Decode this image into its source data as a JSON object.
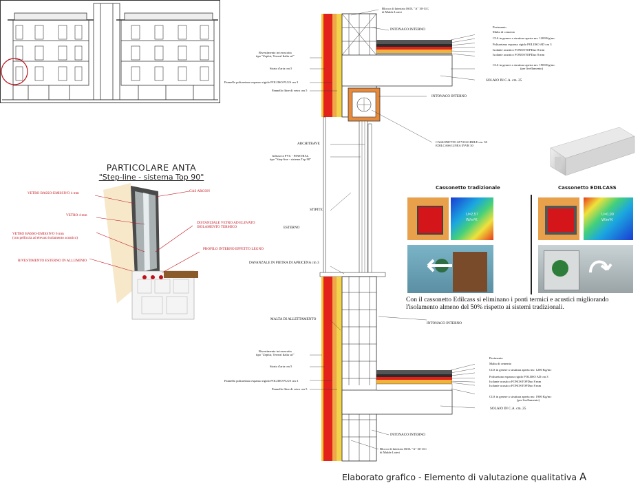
{
  "facade": {
    "label": "building-elevation"
  },
  "top_section": {
    "block_label": [
      "Blocco di laterizio ISOL \"A\" 30-11C",
      "di Mulde Lateri"
    ],
    "intonaco_interno": "INTONACO INTERNO",
    "pavimento": "Pavimento",
    "malta": "Malta di cemento",
    "cls1": "CLS in genere a struttura aperta mv. 1200 Kg/mc",
    "poliuretano": "Poliuretano espanso rigido POLIISO AD cm 3",
    "isolante1": "Isolante acustico FONOSTOPDuo 8 mm",
    "isolante2": "Isolante acustico FONOSTOPDuo 8 mm",
    "cls2": [
      "CLS in genere a struttura aperta mv. 1900 Kg/mc",
      "(per livellamento)"
    ],
    "solaio": "SOLAIO IN C.A. cm. 25",
    "rivestimento": [
      "Rivestimento in terracotta",
      "tipo \"Zephir, Terreal Italia srl\""
    ],
    "strato_aria": "Strato d'aria cm 5",
    "pannello_pol": "Pannello poliuretano espanso rigido POLIISO PLUS cm 3",
    "pannello_fibre": "Pannello fibre di vetro cm 5",
    "intonaco_interno2": "INTONACO INTERNO"
  },
  "window_section": {
    "architrave": "ARCHITRAVE",
    "infisso": [
      "Infisso in PVC - FINSTRAL",
      "tipo \"Step-line - sistema Top 90\""
    ],
    "cassonetto": [
      "CASSONETTO AVVOLGIBILE cm. 30",
      "EDILCASS LINEA INVR 30"
    ],
    "stipite": "STIPITE",
    "esterno": "ESTERNO",
    "davanzale": "DAVANZALE IN PIETRA DI APRICENA cm 3"
  },
  "bottom_section": {
    "malta_allettamento": "MALTA DI ALLETTAMENTO",
    "intonaco_interno": "INTONACO INTERNO",
    "rivestimento": [
      "Rivestimento in terracotta",
      "tipo \"Zephir, Terreal Italia srl\""
    ],
    "strato_aria": "Strato d'aria cm 5",
    "pannello_pol": "Pannello poliuretano espanso rigido POLIISO PLUS cm 3",
    "pannello_fibre": "Pannello fibre di vetro cm 5",
    "pavimento": "Pavimento",
    "malta": "Malta di cemento",
    "cls1": "CLS in genere a struttura aperta mv. 1200 Kg/mc",
    "poliuretano": "Poliuretano espanso rigido POLIISO AD cm 3",
    "isolante1": "Isolante acustico FONOSTOPDuo 8 mm",
    "isolante2": "Isolante acustico FONOSTOPDuo 8 mm",
    "cls2": [
      "CLS in genere a struttura aperta mv. 1900 Kg/mc",
      "(per livellamento)"
    ],
    "solaio": "SOLAIO IN C.A. cm. 25",
    "intonaco_interno2": "INTONACO INTERNO",
    "block_label": [
      "Blocco di laterizio ISOL \"A\" 30-11C",
      "di Mulde Lateri"
    ]
  },
  "anta": {
    "title": "PARTICOLARE ANTA",
    "subtitle": "\"Step-line - sistema Top 90\"",
    "labels": {
      "vetro_basso1": "VETRO BASSO-EMISSIVO 4 mm",
      "gas_argon": "GAS ARGON",
      "vetro4": "VETRO 4 mm",
      "distanziale": [
        "DISTANZIALE VETRO AD ELEVATO",
        "ISOLAMENTO TERMICO"
      ],
      "vetro_basso2": [
        "VETRO BASSO-EMISSIVO 6 mm",
        "(con pellicola ad elevato isolamento acustico)"
      ],
      "profilo": "PROFILO INTERNO EFFETTO LEGNO",
      "rivestimento_all": "RIVESTIMENTO ESTERNO IN ALLUMINIO"
    }
  },
  "comparison": {
    "trad_title": "Cassonetto tradizionale",
    "edil_title": "Cassonetto EDILCASS",
    "trad_value": [
      "U=2,57",
      "W/m²K"
    ],
    "edil_value": [
      "U=0,99",
      "W/m²K"
    ],
    "note": "Con il cassonetto Edilcass si eliminano i ponti termici e acustici migliorando l'isolamento almeno del 50% rispetto ai sistemi tradizionali."
  },
  "caption": {
    "text": "Elaborato grafico - Elemento di valutazione qualitativa",
    "letter": "A"
  },
  "colors": {
    "terracotta": "#e3231b",
    "insulation": "#f3c531",
    "brick": "#e88a3c",
    "annotation_red": "#c0101a"
  }
}
